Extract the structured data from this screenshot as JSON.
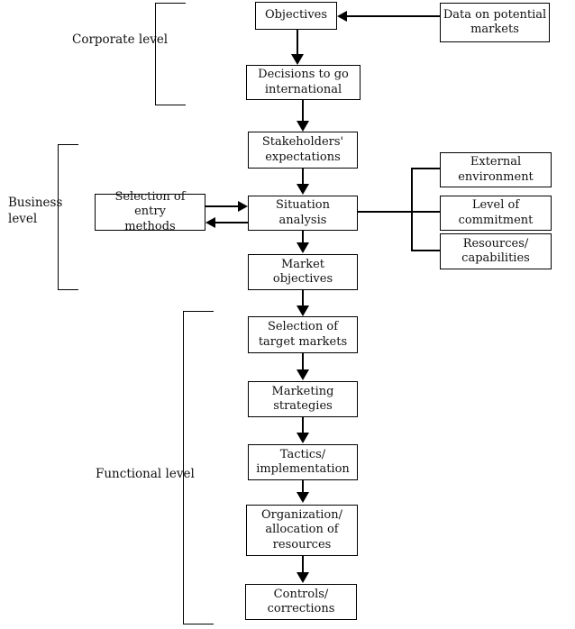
{
  "diagram_type": "flowchart",
  "colors": {
    "background": "#ffffff",
    "line": "#000000",
    "text": "#111111"
  },
  "levels": {
    "corporate": "Corporate level",
    "business": "Business\nlevel",
    "functional": "Functional level"
  },
  "nodes": {
    "objectives": "Objectives",
    "data_on_potential_markets": "Data on potential\nmarkets",
    "decisions_to_go_international": "Decisions to go\ninternational",
    "stakeholders_expectations": "Stakeholders'\nexpectations",
    "situation_analysis": "Situation\nanalysis",
    "selection_of_entry_methods": "Selection of entry\nmethods",
    "external_environment": "External\nenvironment",
    "level_of_commitment": "Level of\ncommitment",
    "resources_capabilities": "Resources/\ncapabilities",
    "market_objectives": "Market objectives",
    "selection_of_target_markets": "Selection of\ntarget markets",
    "marketing_strategies": "Marketing\nstrategies",
    "tactics_implementation": "Tactics/\nimplementation",
    "organization_allocation_of_resources": "Organization/\nallocation of\nresources",
    "controls_corrections": "Controls/\ncorrections"
  },
  "edges": [
    {
      "from": "data_on_potential_markets",
      "to": "objectives",
      "style": "arrow-left"
    },
    {
      "from": "objectives",
      "to": "decisions_to_go_international",
      "style": "arrow-down"
    },
    {
      "from": "decisions_to_go_international",
      "to": "stakeholders_expectations",
      "style": "arrow-down"
    },
    {
      "from": "stakeholders_expectations",
      "to": "situation_analysis",
      "style": "arrow-down"
    },
    {
      "from": "selection_of_entry_methods",
      "to": "situation_analysis",
      "style": "arrow-right"
    },
    {
      "from": "situation_analysis",
      "to": "selection_of_entry_methods",
      "style": "arrow-left"
    },
    {
      "from": "situation_analysis",
      "to": "external_environment",
      "style": "plain-line"
    },
    {
      "from": "situation_analysis",
      "to": "level_of_commitment",
      "style": "plain-line"
    },
    {
      "from": "situation_analysis",
      "to": "resources_capabilities",
      "style": "plain-line"
    },
    {
      "from": "situation_analysis",
      "to": "market_objectives",
      "style": "arrow-down"
    },
    {
      "from": "market_objectives",
      "to": "selection_of_target_markets",
      "style": "arrow-down"
    },
    {
      "from": "selection_of_target_markets",
      "to": "marketing_strategies",
      "style": "arrow-down"
    },
    {
      "from": "marketing_strategies",
      "to": "tactics_implementation",
      "style": "arrow-down"
    },
    {
      "from": "tactics_implementation",
      "to": "organization_allocation_of_resources",
      "style": "arrow-down"
    },
    {
      "from": "organization_allocation_of_resources",
      "to": "controls_corrections",
      "style": "arrow-down"
    }
  ]
}
